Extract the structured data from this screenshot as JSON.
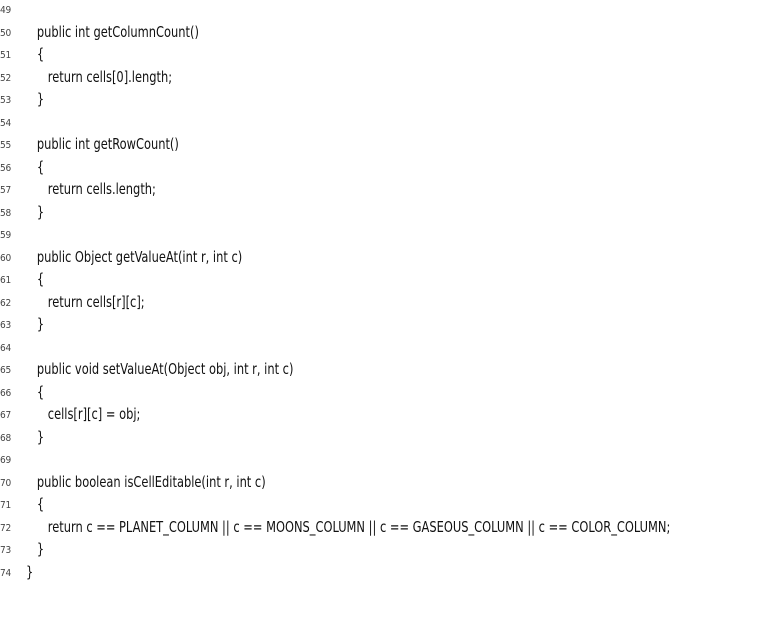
{
  "code": {
    "lines": [
      {
        "num": "49",
        "text": ""
      },
      {
        "num": "50",
        "text": "   public int getColumnCount()"
      },
      {
        "num": "51",
        "text": "   {"
      },
      {
        "num": "52",
        "text": "      return cells[0].length;"
      },
      {
        "num": "53",
        "text": "   }"
      },
      {
        "num": "54",
        "text": ""
      },
      {
        "num": "55",
        "text": "   public int getRowCount()"
      },
      {
        "num": "56",
        "text": "   {"
      },
      {
        "num": "57",
        "text": "      return cells.length;"
      },
      {
        "num": "58",
        "text": "   }"
      },
      {
        "num": "59",
        "text": ""
      },
      {
        "num": "60",
        "text": "   public Object getValueAt(int r, int c)"
      },
      {
        "num": "61",
        "text": "   {"
      },
      {
        "num": "62",
        "text": "      return cells[r][c];"
      },
      {
        "num": "63",
        "text": "   }"
      },
      {
        "num": "64",
        "text": ""
      },
      {
        "num": "65",
        "text": "   public void setValueAt(Object obj, int r, int c)"
      },
      {
        "num": "66",
        "text": "   {"
      },
      {
        "num": "67",
        "text": "      cells[r][c] = obj;"
      },
      {
        "num": "68",
        "text": "   }"
      },
      {
        "num": "69",
        "text": ""
      },
      {
        "num": "70",
        "text": "   public boolean isCellEditable(int r, int c)"
      },
      {
        "num": "71",
        "text": "   {"
      },
      {
        "num": "72",
        "text": "      return c == PLANET_COLUMN || c == MOONS_COLUMN || c == GASEOUS_COLUMN || c == COLOR_COLUMN;"
      },
      {
        "num": "73",
        "text": "   }"
      },
      {
        "num": "74",
        "text": "}"
      }
    ]
  }
}
